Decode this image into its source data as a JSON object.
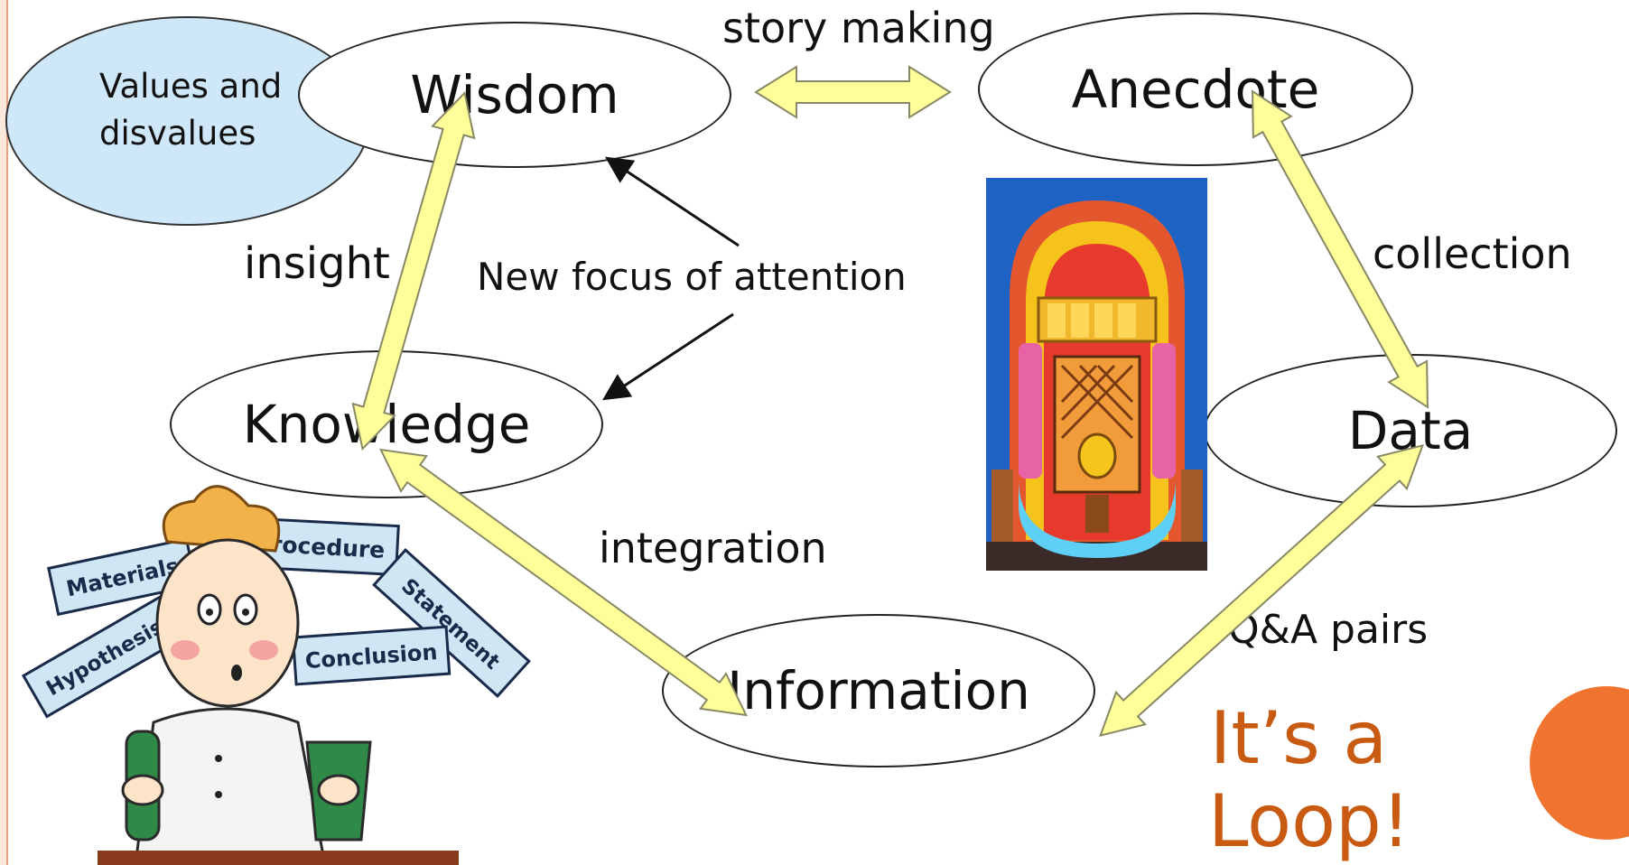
{
  "nodes": {
    "wisdom": "Wisdom",
    "anecdote": "Anecdote",
    "knowledge": "Knowledge",
    "data": "Data",
    "information": "Information"
  },
  "values_bubble": {
    "line1": "Values and",
    "line2": "disvalues"
  },
  "edge_labels": {
    "story_making": "story making",
    "insight": "insight",
    "new_focus": "New focus of attention",
    "collection": "collection",
    "integration": "integration",
    "qa_pairs": "Q&A pairs"
  },
  "slogan": {
    "line1": "It’s a",
    "line2": "Loop!"
  },
  "scientist_signs": {
    "materials": "Materials",
    "procedure": "Procedure",
    "hypothesis": "Hypothesis",
    "conclusion": "Conclusion",
    "statement": "Statement"
  },
  "colors": {
    "arrow_fill": "#ffff99",
    "arrow_stroke": "#888866",
    "slogan": "#c85a12",
    "accent_dot": "#f0742f",
    "values_bubble": "#cfe8f9"
  },
  "icons": [
    "jukebox-illustration",
    "scientist-illustration"
  ]
}
